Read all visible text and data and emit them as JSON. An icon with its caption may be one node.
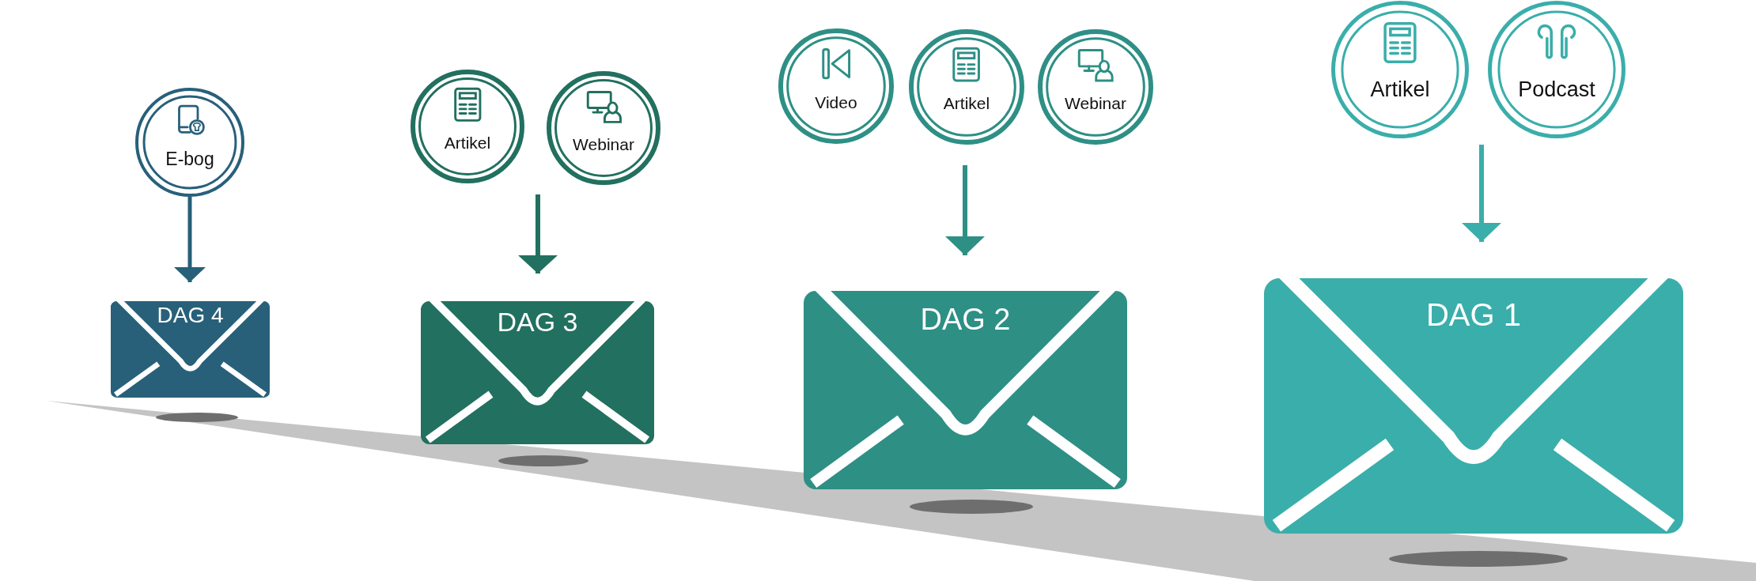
{
  "diagram": {
    "nodes": [
      {
        "text": [
          "E-bog"
        ]
      },
      {
        "text": [
          "DAG 4"
        ]
      },
      {
        "text": [
          "Artikel"
        ]
      },
      {
        "text": [
          "Webinar"
        ]
      },
      {
        "text": [
          "DAG 3"
        ]
      },
      {
        "text": [
          "Video"
        ]
      },
      {
        "text": [
          "Artikel"
        ]
      },
      {
        "text": [
          "Webinar"
        ]
      },
      {
        "text": [
          "DAG 2"
        ]
      },
      {
        "text": [
          "Artikel"
        ]
      },
      {
        "text": [
          "Podcast"
        ]
      },
      {
        "text": [
          "DAG 1"
        ]
      }
    ],
    "edges": [
      {
        "from": 0,
        "to": 1,
        "arrow": "to"
      },
      {
        "from": null,
        "to": 4,
        "arrow": "to"
      },
      {
        "from": null,
        "to": 8,
        "arrow": "to"
      },
      {
        "from": null,
        "to": 11,
        "arrow": "to"
      }
    ]
  }
}
